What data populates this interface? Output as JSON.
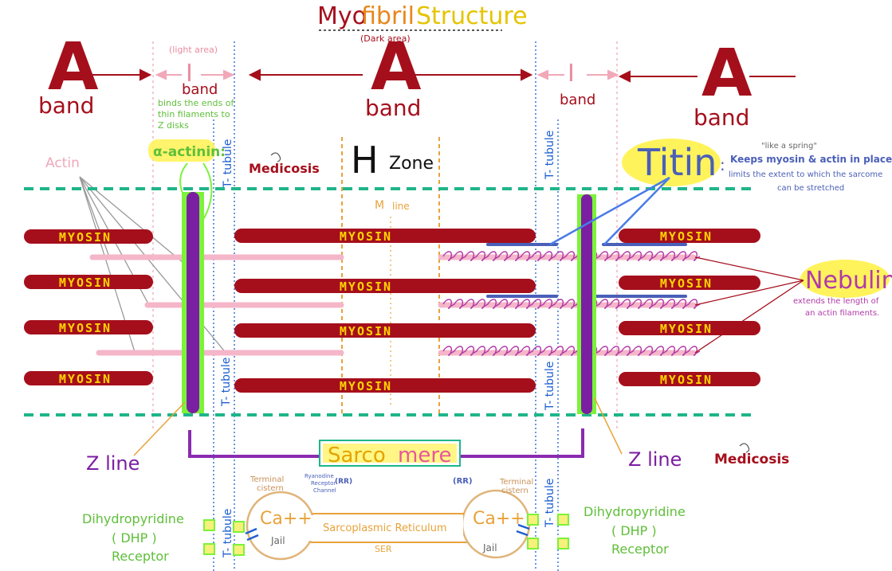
{
  "title": {
    "part1": "Myo",
    "part2": "fibril",
    "part3": "Structure"
  },
  "bands": {
    "a_letter": "A",
    "i_letter": "I",
    "band_word": "band",
    "light_area": "(light area)",
    "dark_area": "(Dark area)"
  },
  "alpha_actinin": {
    "desc_lines": [
      "binds the ends of",
      "thin filaments to",
      "Z disks"
    ],
    "label": "α-actinin:"
  },
  "h_zone": {
    "h": "H",
    "zone": "Zone"
  },
  "m_line": {
    "m": "M",
    "line": "line"
  },
  "actin_label": "Actin",
  "t_tubule": "T- tubule",
  "logo": "Medicosis",
  "myosin": "MYOSIN",
  "titin": {
    "label": "Titin",
    "colon": ":",
    "spring": "\"like a spring\"",
    "line1": "Keeps myosin & actin in place.",
    "line2": "limits the extent to which the sarcome",
    "line3": "can be stretched"
  },
  "nebulin": {
    "label": "Nebulin",
    "line1": "extends the length of",
    "line2": "an actin filaments."
  },
  "z_line": "Z line",
  "sarcomere": {
    "part1": "Sarco",
    "part2": "mere"
  },
  "sr": {
    "terminal_cistern": [
      "Terminal",
      "cistern"
    ],
    "ryanodine": [
      "Ryanodine",
      "Receptor",
      "Channel"
    ],
    "rr": "(RR)",
    "ca": "Ca++",
    "jail": "Jail",
    "reticulum": "Sarcoplasmic  Reticulum",
    "ser": "SER"
  },
  "dhp": {
    "line1": "Dihydropyridine",
    "line2": "( DHP )",
    "line3": "Receptor"
  },
  "colors": {
    "red": "#a50f1c",
    "myosin_text": "#ffd400",
    "actin": "#f4b6c8",
    "zdisk": "#7a1fa2",
    "zbar": "#7cf23a",
    "dashed": "#1fb58a",
    "ttubule": "#1c5fd0",
    "orange": "#e8a23a",
    "highlight": "#fff35c",
    "purple": "#8a2bb0",
    "green_text": "#5fbf3a"
  }
}
